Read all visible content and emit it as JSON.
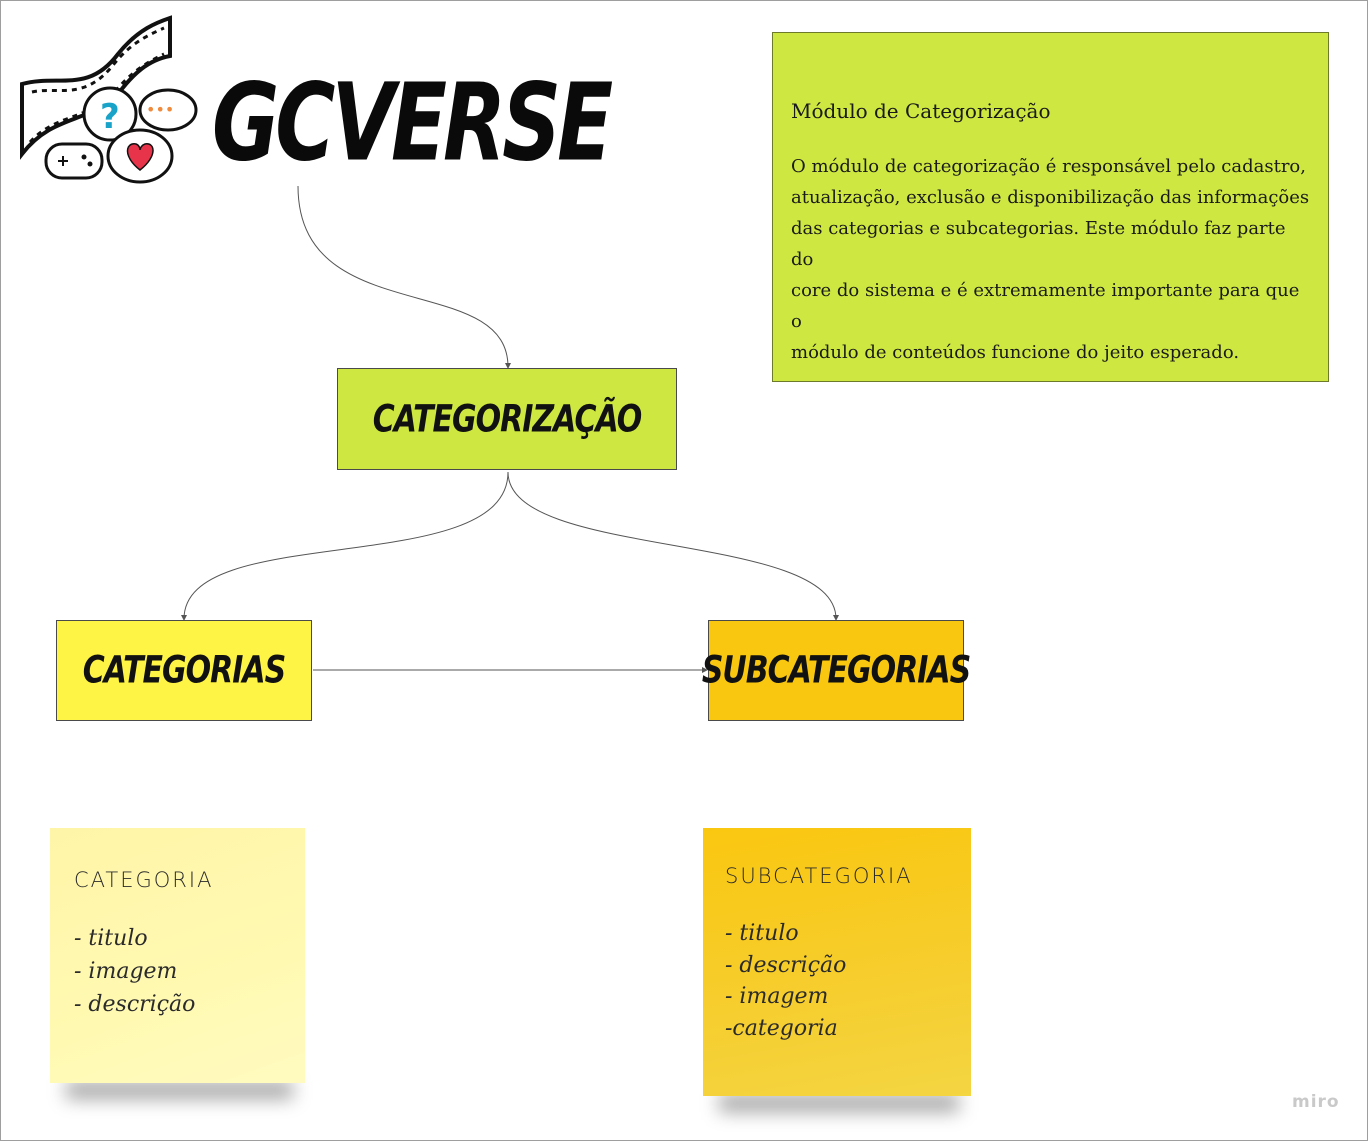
{
  "logo": {
    "title": "GCVERSE",
    "question_glyph": "?",
    "chat_glyph": "•••"
  },
  "diagram": {
    "root": "CATEGORIZAÇÃO",
    "left": "CATEGORIAS",
    "right": "SUBCATEGORIAS"
  },
  "info_card": {
    "heading": "Módulo de Categorização",
    "body_lines": [
      "O módulo de categorização é responsável pelo cadastro,",
      "atualização, exclusão e disponibilização das informações",
      "das categorias e subcategorias. Este módulo faz parte do",
      "core do sistema e é extremamente importante para que o",
      "módulo de conteúdos funcione do jeito esperado."
    ]
  },
  "sticky_categoria": {
    "title": "CATEGORIA",
    "items": [
      "- titulo",
      "- imagem",
      "- descrição"
    ]
  },
  "sticky_subcategoria": {
    "title": "SUBCATEGORIA",
    "items": [
      "- titulo",
      "- descrição",
      "- imagem",
      "-categoria"
    ]
  },
  "colors": {
    "lime": "#cee741",
    "yellow": "#fef445",
    "orange": "#fac710",
    "sticky_light": "#fff9b1"
  },
  "watermark": "miro"
}
